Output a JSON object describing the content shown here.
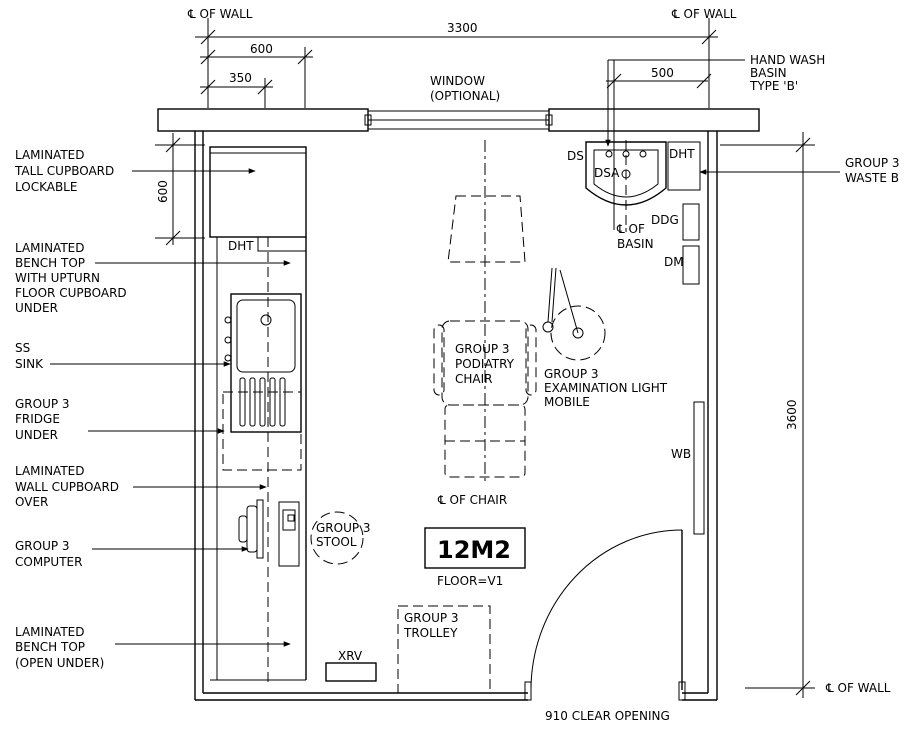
{
  "dimensions": {
    "overall_width": "3300",
    "left_600": "600",
    "left_350": "350",
    "basin_500": "500",
    "left_vertical_600": "600",
    "overall_height": "3600"
  },
  "centerlines": {
    "wall_left_top": "℄ OF WALL",
    "wall_right_top": "℄ OF WALL",
    "wall_bottom_right": "℄ OF WALL",
    "basin_line1": "℄ OF",
    "basin_line2": "BASIN",
    "chair": "℄ OF CHAIR"
  },
  "window": {
    "line1": "WINDOW",
    "line2": "(OPTIONAL)"
  },
  "left_labels": {
    "tall_cupboard": [
      "LAMINATED",
      "TALL CUPBOARD",
      "LOCKABLE"
    ],
    "bench_top": [
      "LAMINATED",
      "BENCH TOP",
      "WITH UPTURN",
      "FLOOR CUPBOARD",
      "UNDER"
    ],
    "sink": [
      "SS",
      "SINK"
    ],
    "fridge": [
      "GROUP 3",
      "FRIDGE",
      "UNDER"
    ],
    "wall_cupboard": [
      "LAMINATED",
      "WALL CUPBOARD",
      "OVER"
    ],
    "computer": [
      "GROUP 3",
      "COMPUTER"
    ],
    "bench_open": [
      "LAMINATED",
      "BENCH TOP",
      "(OPEN UNDER)"
    ]
  },
  "right_labels": {
    "hand_wash": [
      "HAND WASH",
      "BASIN",
      "TYPE 'B'"
    ],
    "waste_bin": [
      "GROUP 3",
      "WASTE B"
    ]
  },
  "fixtures": {
    "ds": "DS",
    "dsa": "DSA",
    "dht_top": "DHT",
    "dht_bench": "DHT",
    "ddg": "DDG",
    "dm": "DM",
    "wb": "WB",
    "xrv": "XRV"
  },
  "equipment": {
    "chair": [
      "GROUP 3",
      "PODIATRY",
      "CHAIR"
    ],
    "light": [
      "GROUP 3",
      "EXAMINATION LIGHT",
      "MOBILE"
    ],
    "stool": [
      "GROUP 3",
      "STOOL"
    ],
    "trolley": [
      "GROUP 3",
      "TROLLEY"
    ]
  },
  "room": {
    "area": "12M2",
    "floor": "FLOOR=V1"
  },
  "door": {
    "opening": "910 CLEAR OPENING"
  }
}
